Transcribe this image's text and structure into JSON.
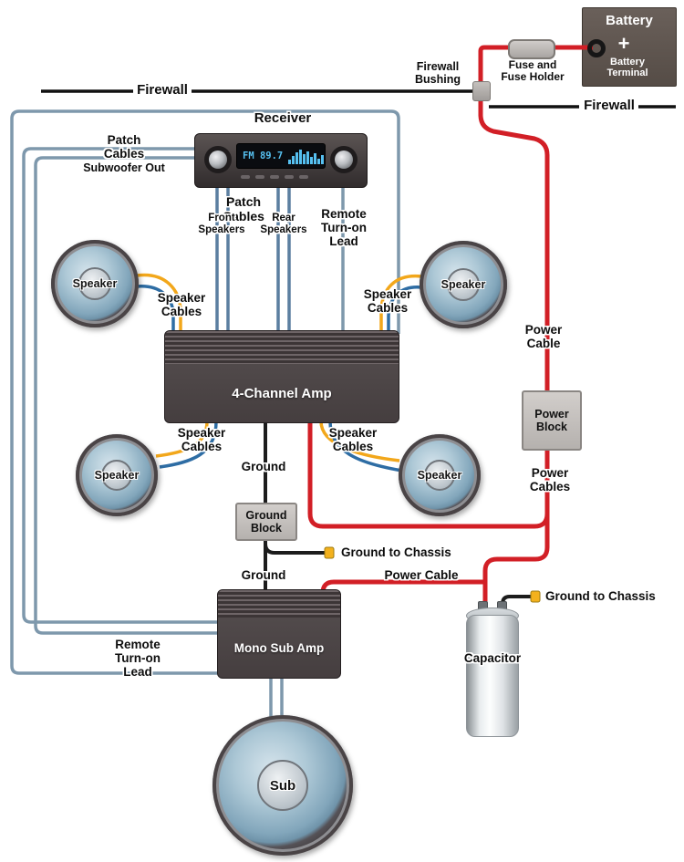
{
  "colors": {
    "power_cable": "#d21f26",
    "ground_cable": "#1c1c1c",
    "patch_cable": "#7e98ac",
    "rca_cable": "#5b7fa0",
    "speaker_positive": "#f2a71b",
    "speaker_negative": "#2e6da4",
    "chassis_terminal": "#f3b11d",
    "firewall_line": "#111111"
  },
  "firewall": {
    "left_label": "Firewall",
    "right_label": "Firewall",
    "bushing_label": "Firewall Bushing"
  },
  "battery": {
    "title": "Battery",
    "plus_sign": "+",
    "terminal_label": "Battery Terminal",
    "fuse_label": "Fuse and Fuse Holder"
  },
  "receiver": {
    "title": "Receiver",
    "display_text": "FM 89.7",
    "subout_title": "Patch Cables",
    "subout_subtitle": "Subwoofer Out",
    "patch_title": "Patch Cables",
    "patch_front": "Front Speakers",
    "patch_rear": "Rear Speakers",
    "remote_lead": "Remote Turn-on Lead"
  },
  "amps": {
    "four_channel": "4-Channel Amp",
    "mono_sub": "Mono Sub Amp"
  },
  "speakers": {
    "front_left": "Speaker",
    "front_right": "Speaker",
    "rear_left": "Speaker",
    "rear_right": "Speaker",
    "subwoofer": "Sub"
  },
  "cable_labels": {
    "speaker_front_left": "Speaker Cables",
    "speaker_front_right": "Speaker Cables",
    "speaker_rear_left": "Speaker Cables",
    "speaker_rear_right": "Speaker Cables",
    "power_main": "Power Cable",
    "power_split": "Power Cables",
    "power_sub": "Power Cable",
    "ground_amp": "Ground",
    "ground_sub": "Ground",
    "ground_chassis_amp": "Ground to Chassis",
    "ground_chassis_cap": "Ground to Chassis",
    "remote_sub": "Remote Turn-on Lead"
  },
  "blocks": {
    "power": "Power Block",
    "ground": "Ground Block"
  },
  "capacitor_label": "Capacitor"
}
